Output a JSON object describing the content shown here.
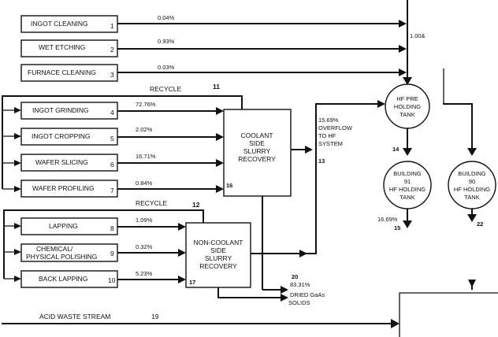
{
  "sources": {
    "ingot_cleaning": {
      "label": "INGOT CLEANING",
      "num": "1",
      "pct": "0.04%"
    },
    "wet_etching": {
      "label": "WET ETCHING",
      "num": "2",
      "pct": "0.93%"
    },
    "furnace_cleaning": {
      "label": "FURNACE CLEANING",
      "num": "3",
      "pct": "0.03%"
    },
    "ingot_grinding": {
      "label": "INGOT GRINDING",
      "num": "4",
      "pct": "72.76%"
    },
    "ingot_cropping": {
      "label": "INGOT CROPPING",
      "num": "5",
      "pct": "2.02%"
    },
    "wafer_slicing": {
      "label": "WAFER SLICING",
      "num": "6",
      "pct": "16.71%"
    },
    "wafer_profiling": {
      "label": "WAFER PROFILING",
      "num": "7",
      "pct": "0.84%"
    },
    "lapping": {
      "label": "LAPPING",
      "num": "8",
      "pct": "1.09%"
    },
    "chemical_polishing": {
      "label_line1": "CHEMICAL/",
      "label_line2": "PHYSICAL POLISHING",
      "num": "9",
      "pct": "0.32%"
    },
    "back_lapping": {
      "label": "BACK LAPPING",
      "num": "10",
      "pct": "5.23%"
    }
  },
  "recycle_top": {
    "label": "RECYCLE",
    "num": "11"
  },
  "recycle_bottom": {
    "label": "RECYCLE",
    "num": "12"
  },
  "coolant": {
    "line1": "COOLANT",
    "line2": "SIDE",
    "line3": "SLURRY",
    "line4": "RECOVERY",
    "num": "16"
  },
  "noncoolant": {
    "line1": "NON-COOLANT",
    "line2": "SIDE",
    "line3": "SLURRY",
    "line4": "RECOVERY",
    "num": "17"
  },
  "overflow": {
    "line1": "15.69%",
    "line2": "OVERFLOW",
    "line3": "TO HF",
    "line4": "SYSTEM",
    "num": "13"
  },
  "hf_pre": {
    "line1": "HF PRE",
    "line2": "HOLDING",
    "line3": "TANK",
    "inflow_pct": "1.00&",
    "out_num": "14"
  },
  "b91": {
    "line1": "BUILDING",
    "line2": "91",
    "line3": "HF HOLDING",
    "line4": "TANK",
    "pct": "16.69%",
    "num": "15"
  },
  "b90": {
    "line1": "BUILDING",
    "line2": "90",
    "line3": "HF HOLDING",
    "line4": "TANK",
    "num": "22"
  },
  "dried": {
    "num": "20",
    "pct": "83.31%",
    "line1": "DRIED GaAs",
    "line2": "SOLIDS"
  },
  "acid": {
    "label": "ACID WASTE STREAM",
    "num": "19"
  }
}
